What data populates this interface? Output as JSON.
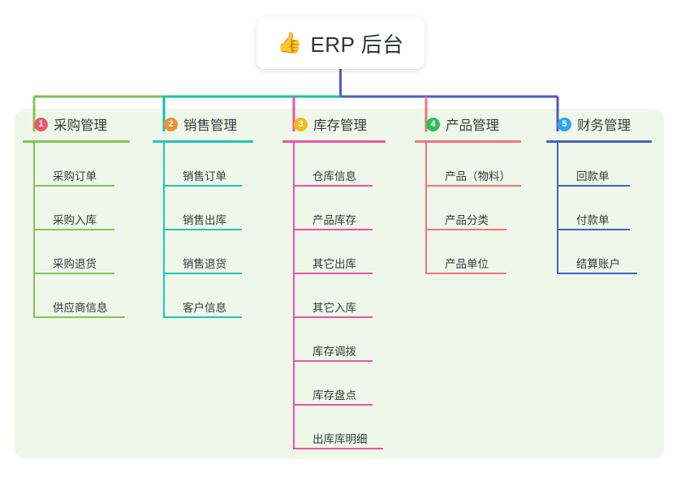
{
  "diagram": {
    "type": "mind-map",
    "background_color": "#ffffff",
    "panel_color": "#eef7e9"
  },
  "root": {
    "icon": "thumbs-up-icon",
    "emoji": "👍",
    "title": "ERP 后台"
  },
  "bus": {
    "segments": [
      {
        "name": "bus-segment-green",
        "color": "#7cbf4f"
      },
      {
        "name": "bus-segment-teal",
        "color": "#16c0ab"
      },
      {
        "name": "bus-segment-blue",
        "color": "#4a5bc4"
      }
    ],
    "trunk_color": "#4a5bc4"
  },
  "columns": [
    {
      "index": "1",
      "title": "采购管理",
      "badge_color": "#f0566a",
      "line_color": "#82c456",
      "drop_color": "#82c456",
      "rule_width": 132,
      "items": [
        {
          "label": "采购订单",
          "rule_width": 100
        },
        {
          "label": "采购入库",
          "rule_width": 100
        },
        {
          "label": "采购退货",
          "rule_width": 100
        },
        {
          "label": "供应商信息",
          "rule_width": 113
        }
      ]
    },
    {
      "index": "2",
      "title": "销售管理",
      "badge_color": "#f2902f",
      "line_color": "#1fc6b4",
      "drop_color": "#16c0ab",
      "rule_width": 124,
      "items": [
        {
          "label": "销售订单",
          "rule_width": 97
        },
        {
          "label": "销售出库",
          "rule_width": 97
        },
        {
          "label": "销售退货",
          "rule_width": 97
        },
        {
          "label": "客户信息",
          "rule_width": 97
        }
      ]
    },
    {
      "index": "3",
      "title": "库存管理",
      "badge_color": "#f5bb1d",
      "line_color": "#ee52a5",
      "drop_color": "#f0559f",
      "rule_width": 127,
      "items": [
        {
          "label": "仓库信息",
          "rule_width": 98
        },
        {
          "label": "产品库存",
          "rule_width": 98
        },
        {
          "label": "其它出库",
          "rule_width": 98
        },
        {
          "label": "其它入库",
          "rule_width": 98
        },
        {
          "label": "库存调拨",
          "rule_width": 98
        },
        {
          "label": "库存盘点",
          "rule_width": 98
        },
        {
          "label": "出库库明细",
          "rule_width": 111
        }
      ]
    },
    {
      "index": "4",
      "title": "产品管理",
      "badge_color": "#2bbf5c",
      "line_color": "#f4737a",
      "drop_color": "#f4737a",
      "rule_width": 131,
      "items": [
        {
          "label": "产品（物料）",
          "rule_width": 118
        },
        {
          "label": "产品分类",
          "rule_width": 100
        },
        {
          "label": "产品单位",
          "rule_width": 100
        }
      ]
    },
    {
      "index": "5",
      "title": "财务管理",
      "badge_color": "#2aa7e8",
      "line_color": "#4060c8",
      "drop_color": "#4a5bc4",
      "rule_width": 130,
      "items": [
        {
          "label": "回款单",
          "rule_width": 90
        },
        {
          "label": "付款单",
          "rule_width": 90
        },
        {
          "label": "结算账户",
          "rule_width": 99
        }
      ]
    }
  ]
}
